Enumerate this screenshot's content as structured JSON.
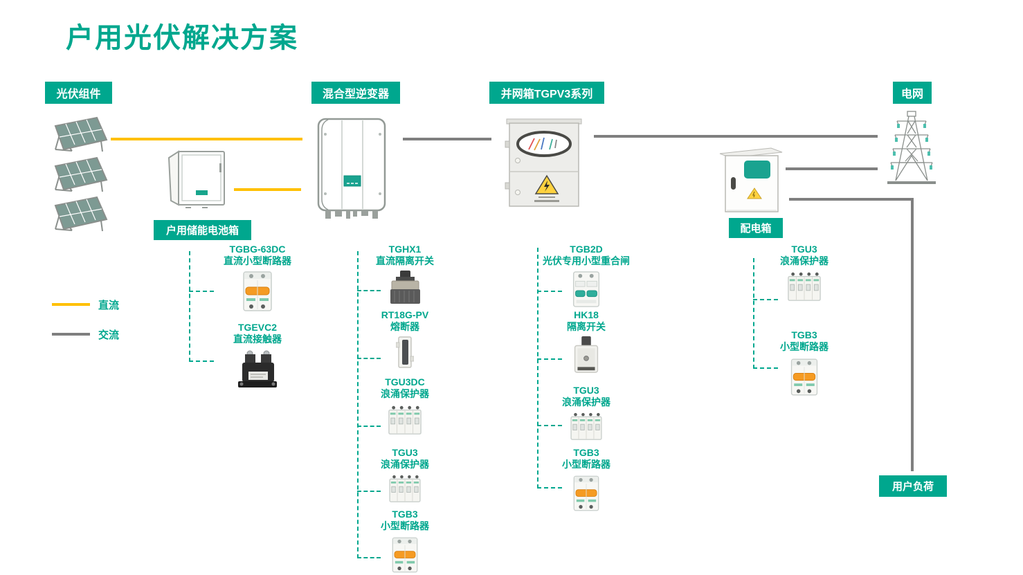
{
  "title": "户用光伏解决方案",
  "colors": {
    "teal": "#00A78E",
    "dc_yellow": "#FFC000",
    "ac_gray": "#7F7F7F"
  },
  "badges": {
    "pv_modules": "光伏组件",
    "hybrid_inverter": "混合型逆变器",
    "grid_box": "并网箱TGPV3系列",
    "grid": "电网",
    "battery_box": "户用储能电池箱",
    "distribution_box": "配电箱",
    "user_load": "用户负荷"
  },
  "legend": {
    "dc": {
      "label": "直流",
      "color": "#FFC000"
    },
    "ac": {
      "label": "交流",
      "color": "#7F7F7F"
    }
  },
  "connections": [
    {
      "from": "光伏组件",
      "to": "混合型逆变器",
      "type": "直流"
    },
    {
      "from": "户用储能电池箱",
      "to": "混合型逆变器",
      "type": "直流"
    },
    {
      "from": "混合型逆变器",
      "to": "并网箱TGPV3系列",
      "type": "交流"
    },
    {
      "from": "并网箱TGPV3系列",
      "to": "电网",
      "type": "交流"
    },
    {
      "from": "配电箱",
      "to": "电网",
      "type": "交流"
    },
    {
      "from": "配电箱",
      "to": "用户负荷",
      "type": "交流"
    }
  ],
  "columns": [
    {
      "attached_to": "户用储能电池箱",
      "items": [
        {
          "model": "TGBG-63DC",
          "desc": "直流小型断路器",
          "image": "mcb-orange"
        },
        {
          "model": "TGEVC2",
          "desc": "直流接触器",
          "image": "dc-contactor"
        }
      ]
    },
    {
      "attached_to": "混合型逆变器",
      "items": [
        {
          "model": "TGHX1",
          "desc": "直流隔离开关",
          "image": "rotary-isolator"
        },
        {
          "model": "RT18G-PV",
          "desc": "熔断器",
          "image": "fuse-holder"
        },
        {
          "model": "TGU3DC",
          "desc": "浪涌保护器",
          "image": "surge-protector"
        },
        {
          "model": "TGU3",
          "desc": "浪涌保护器",
          "image": "surge-protector"
        },
        {
          "model": "TGB3",
          "desc": "小型断路器",
          "image": "mcb-orange"
        }
      ]
    },
    {
      "attached_to": "并网箱TGPV3系列",
      "items": [
        {
          "model": "TGB2D",
          "desc": "光伏专用小型重合闸",
          "image": "mcb-teal"
        },
        {
          "model": "HK18",
          "desc": "隔离开关",
          "image": "knife-isolator"
        },
        {
          "model": "TGU3",
          "desc": "浪涌保护器",
          "image": "surge-protector"
        },
        {
          "model": "TGB3",
          "desc": "小型断路器",
          "image": "mcb-orange"
        }
      ]
    },
    {
      "attached_to": "配电箱",
      "items": [
        {
          "model": "TGU3",
          "desc": "浪涌保护器",
          "image": "surge-protector"
        },
        {
          "model": "TGB3",
          "desc": "小型断路器",
          "image": "mcb-orange"
        }
      ]
    }
  ]
}
